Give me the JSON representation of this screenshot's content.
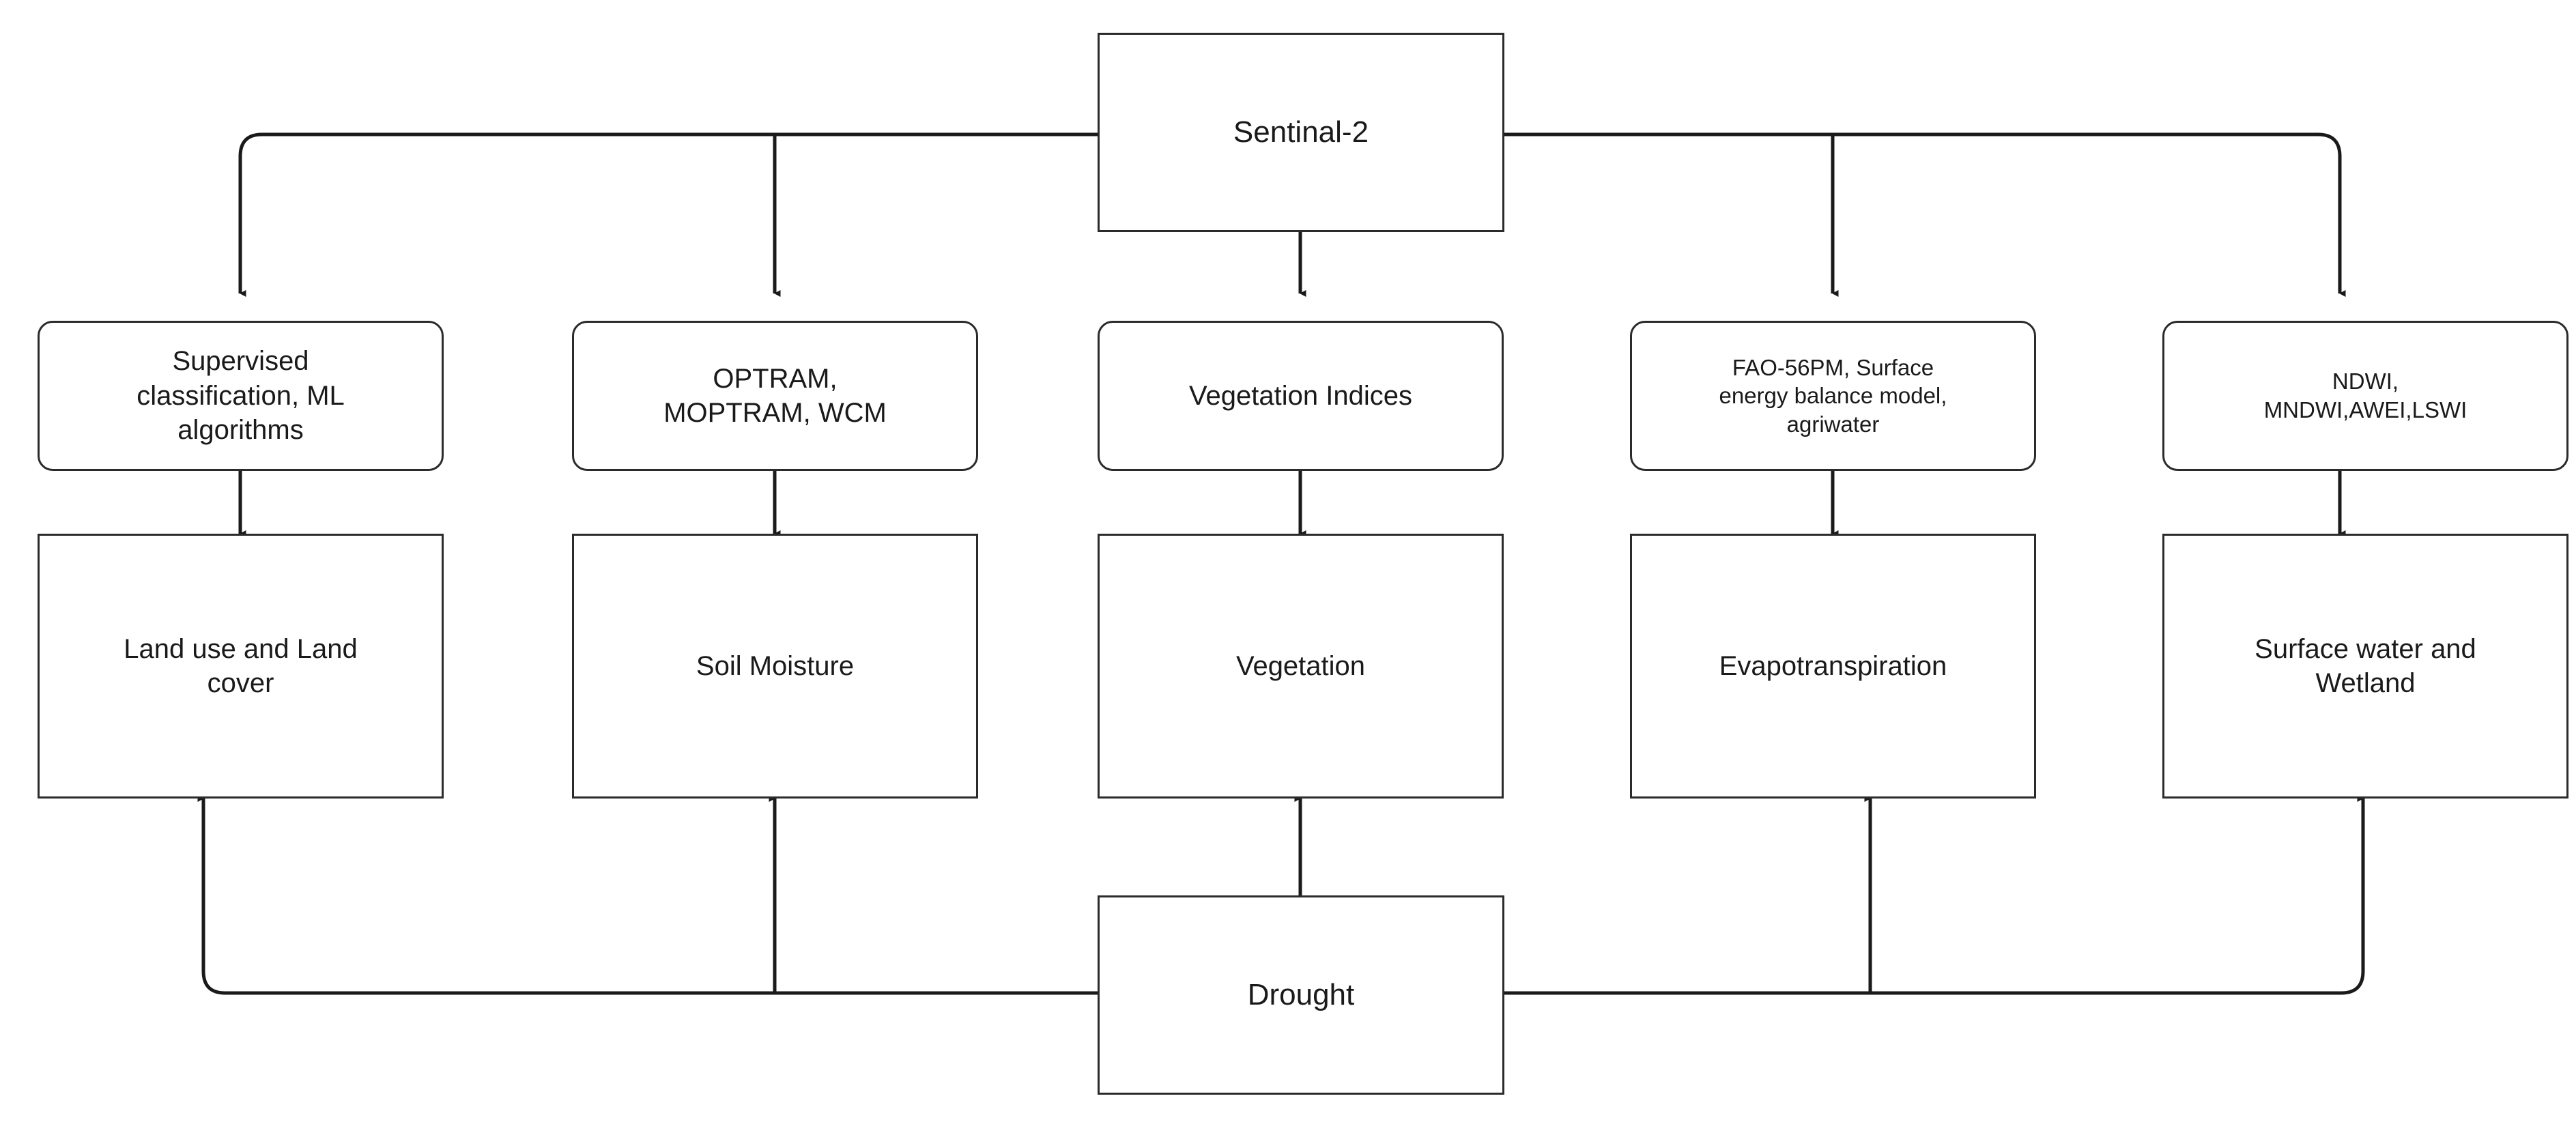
{
  "diagram": {
    "title_node": {
      "label": "Sentinal-2"
    },
    "bottom_node": {
      "label": "Drought"
    },
    "method_nodes": [
      {
        "id": "methods-lulc",
        "label": "Supervised\nclassification, ML\nalgorithms",
        "size": "mid"
      },
      {
        "id": "methods-soil-moisture",
        "label": "OPTRAM,\nMOPTRAM, WCM",
        "size": "mid"
      },
      {
        "id": "methods-vegetation",
        "label": "Vegetation Indices",
        "size": "mid"
      },
      {
        "id": "methods-evapotranspiration",
        "label": "FAO-56PM, Surface\nenergy balance model,\nagriwater",
        "size": "small"
      },
      {
        "id": "methods-surface-water",
        "label": "NDWI,\nMNDWI,AWEI,LSWI",
        "size": "small"
      }
    ],
    "outcome_nodes": [
      {
        "id": "outcome-lulc",
        "label": "Land use and Land\ncover",
        "size": "mid"
      },
      {
        "id": "outcome-soil-moisture",
        "label": "Soil Moisture",
        "size": "mid"
      },
      {
        "id": "outcome-vegetation",
        "label": "Vegetation",
        "size": "mid"
      },
      {
        "id": "outcome-evapotranspiration",
        "label": "Evapotranspiration",
        "size": "mid"
      },
      {
        "id": "outcome-surface-water",
        "label": "Surface water and\nWetland",
        "size": "mid"
      }
    ],
    "colors": {
      "stroke": "#2b2b2b",
      "edge": "#1a1a1a",
      "background": "#ffffff",
      "text": "#1a1a1a"
    }
  }
}
